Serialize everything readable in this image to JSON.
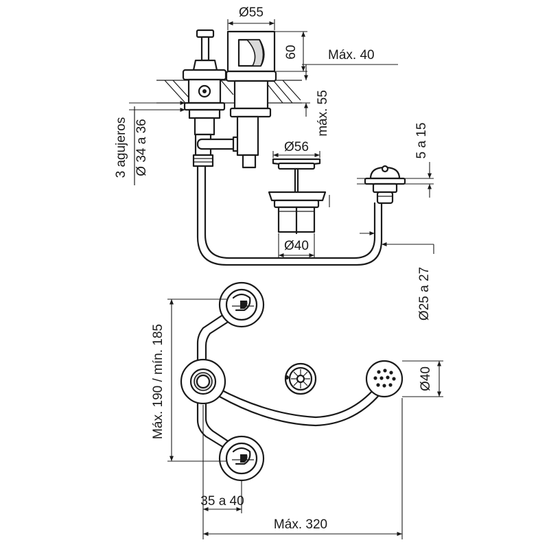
{
  "dimensions": {
    "d55": "Ø55",
    "h60": "60",
    "max40": "Máx. 40",
    "max55": "máx. 55",
    "holes_line1": "3 agujeros",
    "holes_line2": "Ø 34 a 36",
    "d56": "Ø56",
    "h5a15": "5 a 15",
    "d40_drain": "Ø40",
    "d25a27": "Ø25 a 27",
    "max190min185": "Máx. 190 / mín. 185",
    "d40_head": "Ø40",
    "w35a40": "35 a 40",
    "max320": "Máx. 320"
  },
  "colors": {
    "line": "#1a1a1a",
    "background": "#ffffff",
    "shade": "#d9d9d9"
  }
}
